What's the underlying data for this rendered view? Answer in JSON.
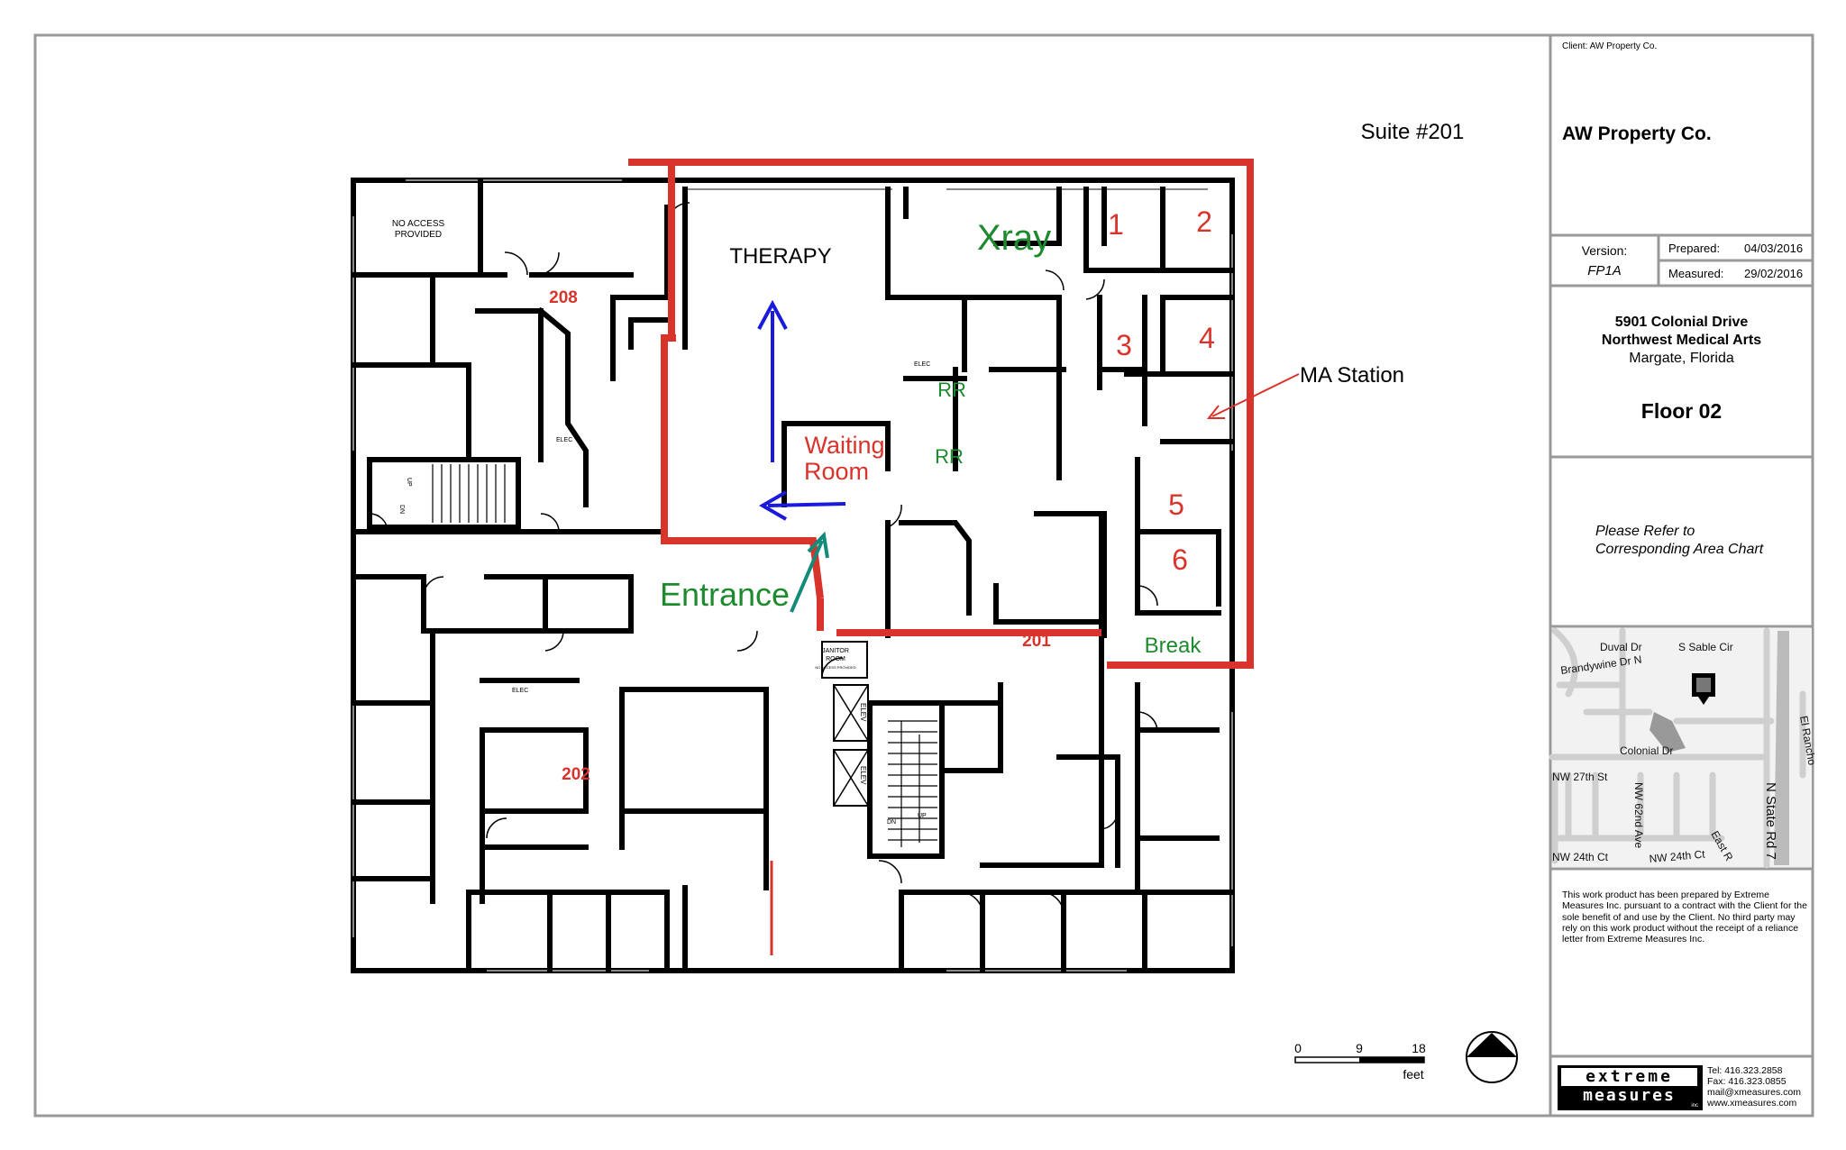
{
  "plan": {
    "suite_label": "Suite #201",
    "rooms": {
      "therapy": "THERAPY",
      "xray": "Xray",
      "exam_1": "1",
      "exam_2": "2",
      "exam_3": "3",
      "exam_4": "4",
      "exam_5": "5",
      "exam_6": "6",
      "restroom_1": "RR",
      "restroom_2": "RR",
      "waiting_line1": "Waiting",
      "waiting_line2": "Room",
      "entrance": "Entrance",
      "break": "Break",
      "ma_station": "MA Station",
      "suite_208": "208",
      "suite_202": "202",
      "suite_201": "201",
      "no_access_line1": "NO ACCESS",
      "no_access_line2": "PROVIDED",
      "janitor_line1": "JANITOR",
      "janitor_line2": "ROOM",
      "janitor_note": "NO ACCESS PROVIDED",
      "elec_1": "ELEC",
      "elec_2": "ELEC",
      "elec_3": "ELEC",
      "elev_1": "ELEV",
      "elev_2": "ELEV",
      "up_1": "UP",
      "dn_1": "DN",
      "up_2": "UP",
      "dn_2": "DN"
    },
    "colors": {
      "annotation_red": "#d9342b",
      "annotation_green": "#1e8a2e",
      "arrow_blue": "#1a1adc",
      "arrow_teal": "#138a7a"
    },
    "scale": {
      "tick_0": "0",
      "tick_9": "9",
      "tick_18": "18",
      "unit": "feet"
    },
    "north_arrow_icon": "north-arrow-icon"
  },
  "title_block": {
    "client": "Client: AW Property Co.",
    "company": "AW Property Co.",
    "version_label": "Version:",
    "version_value": "FP1A",
    "prepared_label": "Prepared:",
    "prepared_value": "04/03/2016",
    "measured_label": "Measured:",
    "measured_value": "29/02/2016",
    "address_line1": "5901 Colonial Drive",
    "address_line2": "Northwest Medical Arts",
    "address_line3": "Margate, Florida",
    "floor": "Floor 02",
    "area_note_line1": "Please Refer to",
    "area_note_line2": "Corresponding Area Chart",
    "map": {
      "streets": [
        "Duval Dr",
        "S Sable Cir",
        "Brandywine Dr N",
        "Colonial Dr",
        "El Rancho",
        "NW 27th St",
        "NW 62nd Ave",
        "N State Rd 7",
        "NW 24th Ct",
        "NW 24th Ct",
        "East R"
      ]
    },
    "disclaimer": "This work product has been prepared by Extreme Measures Inc. pursuant to a contract with the Client for the sole benefit of and use by the Client. No third party may rely on this work product without the receipt of a reliance letter from Extreme Measures Inc.",
    "logo_line1": "extreme",
    "logo_line2": "measures",
    "logo_inc": "inc",
    "tel": "Tel:  416.323.2858",
    "fax": "Fax: 416.323.0855",
    "email": "mail@xmeasures.com",
    "website": "www.xmeasures.com"
  }
}
